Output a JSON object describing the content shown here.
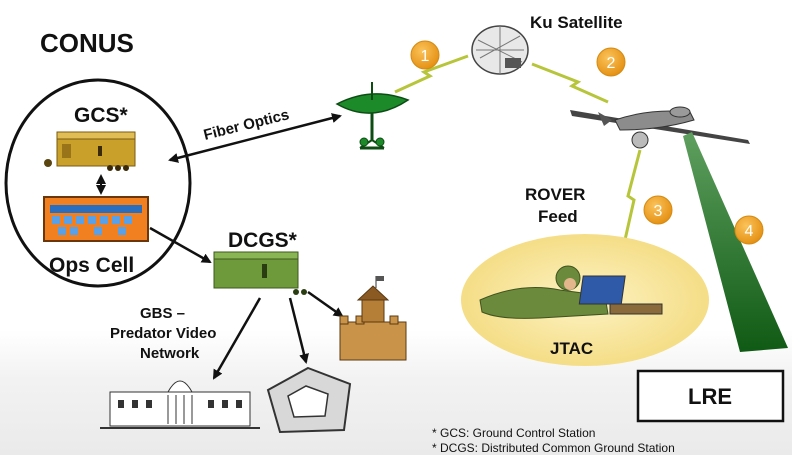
{
  "title": "CONUS",
  "labels": {
    "gcs": "GCS*",
    "ops_cell": "Ops Cell",
    "fiber_optics": "Fiber Optics",
    "dcgs": "DCGS*",
    "gbs_line1": "GBS –",
    "gbs_line2": "Predator Video",
    "gbs_line3": "Network",
    "ku_satellite": "Ku Satellite",
    "rover_line1": "ROVER",
    "rover_line2": "Feed",
    "jtac": "JTAC",
    "lre": "LRE"
  },
  "badges": [
    "1",
    "2",
    "3",
    "4"
  ],
  "footnotes": [
    "* GCS: Ground Control Station",
    "* DCGS: Distributed Common Ground Station"
  ],
  "colors": {
    "badge": "#f4a21c",
    "lightning": "#b7c53a",
    "gcs_shelter": "#c8a02a",
    "ops_cell": "#f08020",
    "dcgs_shelter": "#6f9a3c",
    "beam": "#1e6e1e",
    "jtac_ellipse": "#f6e39a"
  },
  "icons": [
    "satellite-dish-icon",
    "ku-satellite-icon",
    "predator-drone-icon",
    "shelter-icon",
    "ops-cell-icon",
    "white-house-icon",
    "pentagon-icon",
    "fort-icon",
    "soldier-laptop-icon"
  ]
}
